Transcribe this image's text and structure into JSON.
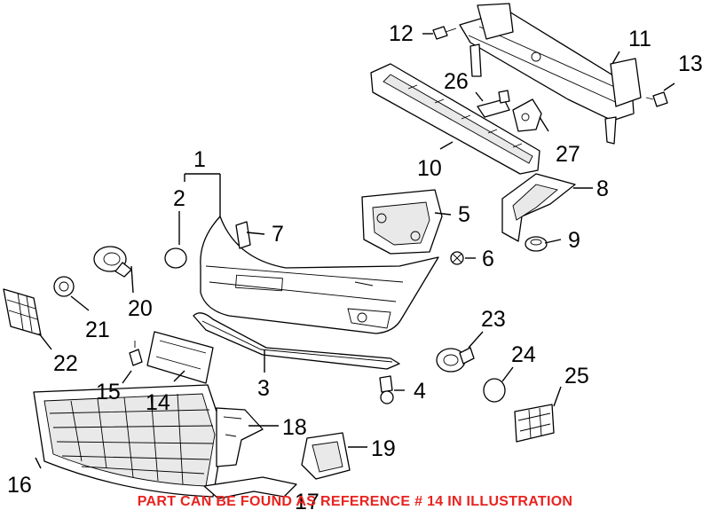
{
  "callouts": {
    "c1": "1",
    "c2": "2",
    "c3": "3",
    "c4": "4",
    "c5": "5",
    "c6": "6",
    "c7": "7",
    "c8": "8",
    "c9": "9",
    "c10": "10",
    "c11": "11",
    "c12": "12",
    "c13": "13",
    "c14": "14",
    "c15": "15",
    "c16": "16",
    "c17": "17",
    "c18": "18",
    "c19": "19",
    "c20": "20",
    "c21": "21",
    "c22": "22",
    "c23": "23",
    "c24": "24",
    "c25": "25",
    "c26": "26",
    "c27": "27"
  },
  "footer_note": "PART CAN BE FOUND AS REFERENCE # 14 IN ILLUSTRATION",
  "colors": {
    "line": "#000000",
    "note": "#e8231f",
    "background": "#ffffff"
  }
}
